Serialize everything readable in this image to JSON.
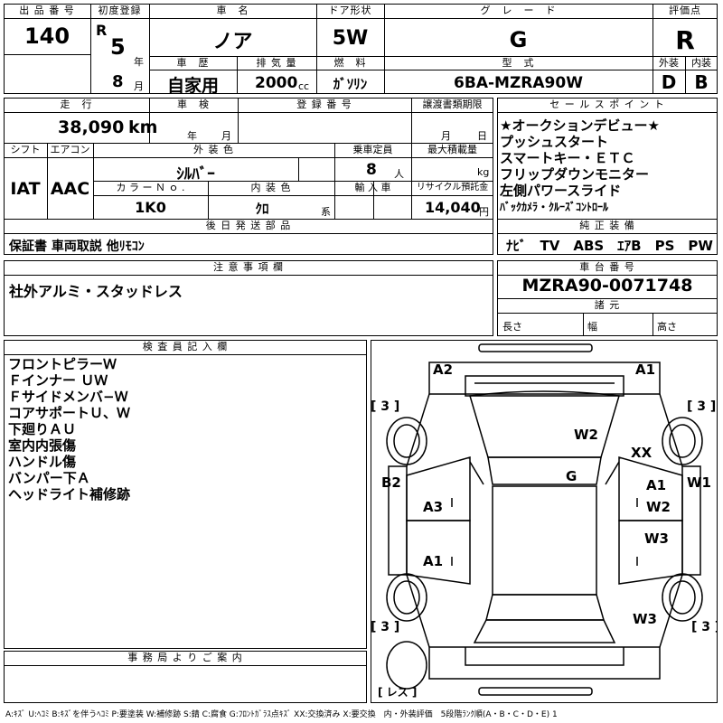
{
  "headers": {
    "lot_number": "出 品 番 号",
    "first_registration": "初度登録",
    "car_name": "車　名",
    "door_type": "ドア形状",
    "grade": "グ　レ　ー　ド",
    "score": "評価点",
    "vehicle_history": "車　歴",
    "displacement": "排 気 量",
    "fuel": "燃　料",
    "model_code": "型　式",
    "exterior": "外装",
    "interior": "内装",
    "mileage": "走　行",
    "shaken": "車　検",
    "registration_no": "登 録 番 号",
    "transfer_deadline": "譲渡書類期限",
    "sales_points": "セ ー ル ス ポ イ ン ト",
    "shift": "シフト",
    "aircon": "エアコン",
    "exterior_color": "外 装 色",
    "capacity": "乗車定員",
    "max_load": "最大積載量",
    "color_no": "カ ラ ー Ｎ ｏ .",
    "interior_color": "内 装 色",
    "import": "輸 入 車",
    "recycle": "リサイクル預託金",
    "later_items": "後 日 発 送 部 品",
    "genuine_equipment": "純 正 装 備",
    "notes": "注 意 事 項 欄",
    "chassis_no": "車 台 番 号",
    "dimensions": "諸 元",
    "inspector": "検 査 員 記 入 欄",
    "office": "事 務 局 よ り ご 案 内"
  },
  "lot_number": "140",
  "era": "R",
  "reg_year": "5",
  "year_unit": "年",
  "reg_month": "8",
  "month_unit": "月",
  "car_name": "ノア",
  "door_type": "5W",
  "grade": "G",
  "score": "R",
  "vehicle_history": "自家用",
  "displacement": "2000",
  "displacement_unit": "cc",
  "fuel": "ｶﾞｿﾘﾝ",
  "model_code": "6BA-MZRA90W",
  "exterior_grade": "D",
  "interior_grade": "B",
  "mileage": "38,090",
  "mileage_unit": "km",
  "shaken_year": "年",
  "shaken_month": "月",
  "deadline_month": "月",
  "deadline_day": "日",
  "shift": "IAT",
  "aircon": "AAC",
  "exterior_color": "ｼﾙﾊﾞｰ",
  "capacity": "8",
  "capacity_unit": "人",
  "max_load_unit": "kg",
  "color_no": "1K0",
  "interior_color": "ｸﾛ",
  "interior_color_unit": "系",
  "recycle": "14,040",
  "recycle_unit": "円",
  "sales_points": [
    "★オークションデビュー★",
    "プッシュスタート",
    "スマートキー・ＥＴＣ",
    "フリップダウンモニター",
    "左側パワースライド"
  ],
  "sales_points_small": "ﾊﾞｯｸｶﾒﾗ・ｸﾙｰｽﾞｺﾝﾄﾛｰﾙ",
  "later_items": "保証書 車両取説 他ﾘﾓｺﾝ",
  "genuine_equipment": "ﾅﾋﾞ　TV　ABS　ｴｱB　PS　PW",
  "notes": "社外アルミ・スタッドレス",
  "chassis_no": "MZRA90-0071748",
  "dim_length": "長さ",
  "dim_width": "幅",
  "dim_height": "高さ",
  "inspector_notes": [
    "フロントピラーＷ",
    "Ｆインナー ＵＷ",
    "Ｆサイドメンバ−Ｗ",
    "コアサポートＵ、Ｗ",
    "下廻りＡＵ",
    "室内内張傷",
    "ハンドル傷",
    "バンパー下Ａ",
    "ヘッドライト補修跡"
  ],
  "diagram": {
    "labels": [
      "A2",
      "A1",
      "W2",
      "XX",
      "G",
      "B2",
      "W1",
      "A3",
      "A1",
      "W2",
      "W3",
      "A1",
      "W3"
    ],
    "tires": [
      "[ 3 ]",
      "[ 3 ]",
      "[ 3 ]",
      "[ 3 ]"
    ],
    "spare": "[ レス ]"
  },
  "legend": "A:ｷｽﾞ U:ﾍｺﾐ B:ｷｽﾞを伴うﾍｺﾐ P:要塗装 W:補修跡 S:錆 C:腐食 G:ﾌﾛﾝﾄｶﾞﾗｽ点ｷｽﾞ XX:交換済み X:要交換　内・外装評価　5段階ﾗﾝｸ順(A・B・C・D・E) 1"
}
